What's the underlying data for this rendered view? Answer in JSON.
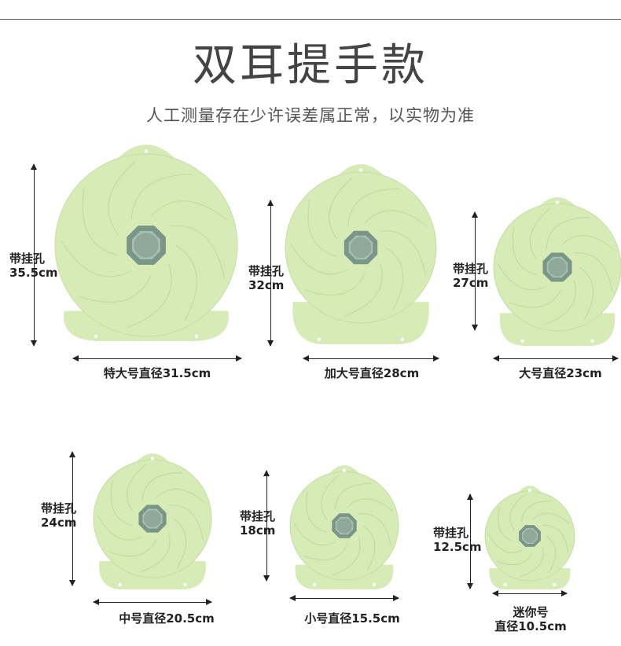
{
  "header": {
    "title": "双耳提手款",
    "subtitle": "人工测量存在少许误差属正常，以实物为准"
  },
  "colors": {
    "lid_fill": "#d6ebb6",
    "lid_edge": "#c5dea2",
    "swirl": "#c3dc9e",
    "knob": "#8ea89a",
    "knob_dark": "#7a9687",
    "knob_light": "#a9beb3"
  },
  "lids": [
    {
      "name": "特大号",
      "hang_label": "带挂孔",
      "hang_value": "35.5cm",
      "diameter_label": "特大号直径31.5cm"
    },
    {
      "name": "加大号",
      "hang_label": "带挂孔",
      "hang_value": "32cm",
      "diameter_label": "加大号直径28cm"
    },
    {
      "name": "大号",
      "hang_label": "带挂孔",
      "hang_value": "27cm",
      "diameter_label": "大号直径23cm"
    },
    {
      "name": "中号",
      "hang_label": "带挂孔",
      "hang_value": "24cm",
      "diameter_label": "中号直径20.5cm"
    },
    {
      "name": "小号",
      "hang_label": "带挂孔",
      "hang_value": "18cm",
      "diameter_label": "小号直径15.5cm"
    },
    {
      "name": "迷你号",
      "hang_label": "带挂孔",
      "hang_value": "12.5cm",
      "diameter_label_line1": "迷你号",
      "diameter_label_line2": "直径10.5cm"
    }
  ]
}
